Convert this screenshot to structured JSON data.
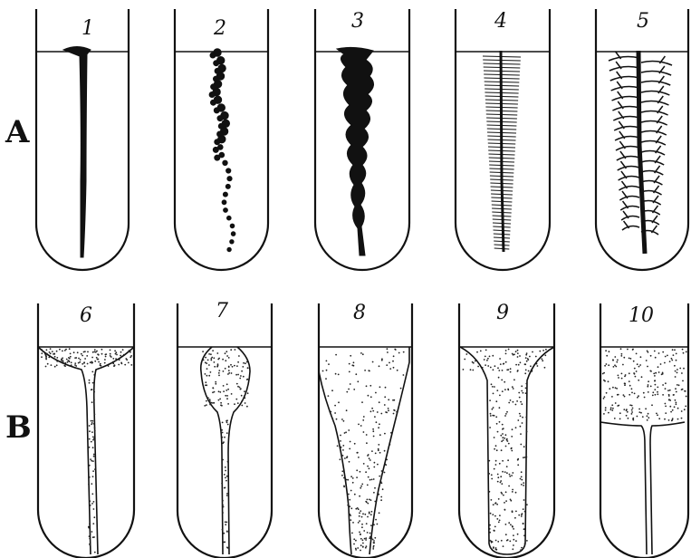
{
  "rows": [
    {
      "label": "A",
      "tubes": [
        "1",
        "2",
        "3",
        "4",
        "5"
      ]
    },
    {
      "label": "B",
      "tubes": [
        "6",
        "7",
        "8",
        "9",
        "10"
      ]
    }
  ],
  "colors": {
    "ink": "#111111",
    "background": "#ffffff"
  }
}
